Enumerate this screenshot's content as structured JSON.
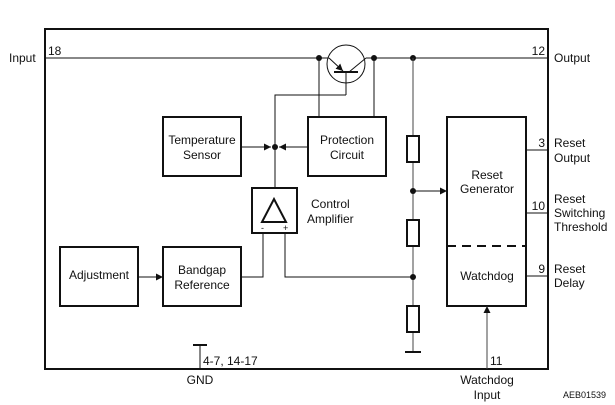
{
  "diagram": {
    "title": "Voltage regulator block diagram",
    "figure_id": "AEB01539",
    "blocks": {
      "temperature_sensor": [
        "Temperature",
        "Sensor"
      ],
      "protection_circuit": [
        "Protection",
        "Circuit"
      ],
      "control_amplifier": [
        "Control",
        "Amplifier"
      ],
      "adjustment": [
        "Adjustment"
      ],
      "bandgap_reference": [
        "Bandgap",
        "Reference"
      ],
      "reset_generator": [
        "Reset",
        "Generator"
      ],
      "watchdog": [
        "Watchdog"
      ]
    },
    "amp_inputs": {
      "minus": "-",
      "plus": "+"
    },
    "pins": {
      "input": {
        "number": "18",
        "label": [
          "Input"
        ]
      },
      "output": {
        "number": "12",
        "label": [
          "Output"
        ]
      },
      "reset_output": {
        "number": "3",
        "label": [
          "Reset",
          "Output"
        ]
      },
      "reset_threshold": {
        "number": "10",
        "label": [
          "Reset",
          "Switching",
          "Threshold"
        ]
      },
      "reset_delay": {
        "number": "9",
        "label": [
          "Reset",
          "Delay"
        ]
      },
      "watchdog_input": {
        "number": "11",
        "label": [
          "Watchdog",
          "Input"
        ]
      },
      "gnd": {
        "number": "4-7, 14-17",
        "label": [
          "GND"
        ]
      }
    }
  }
}
